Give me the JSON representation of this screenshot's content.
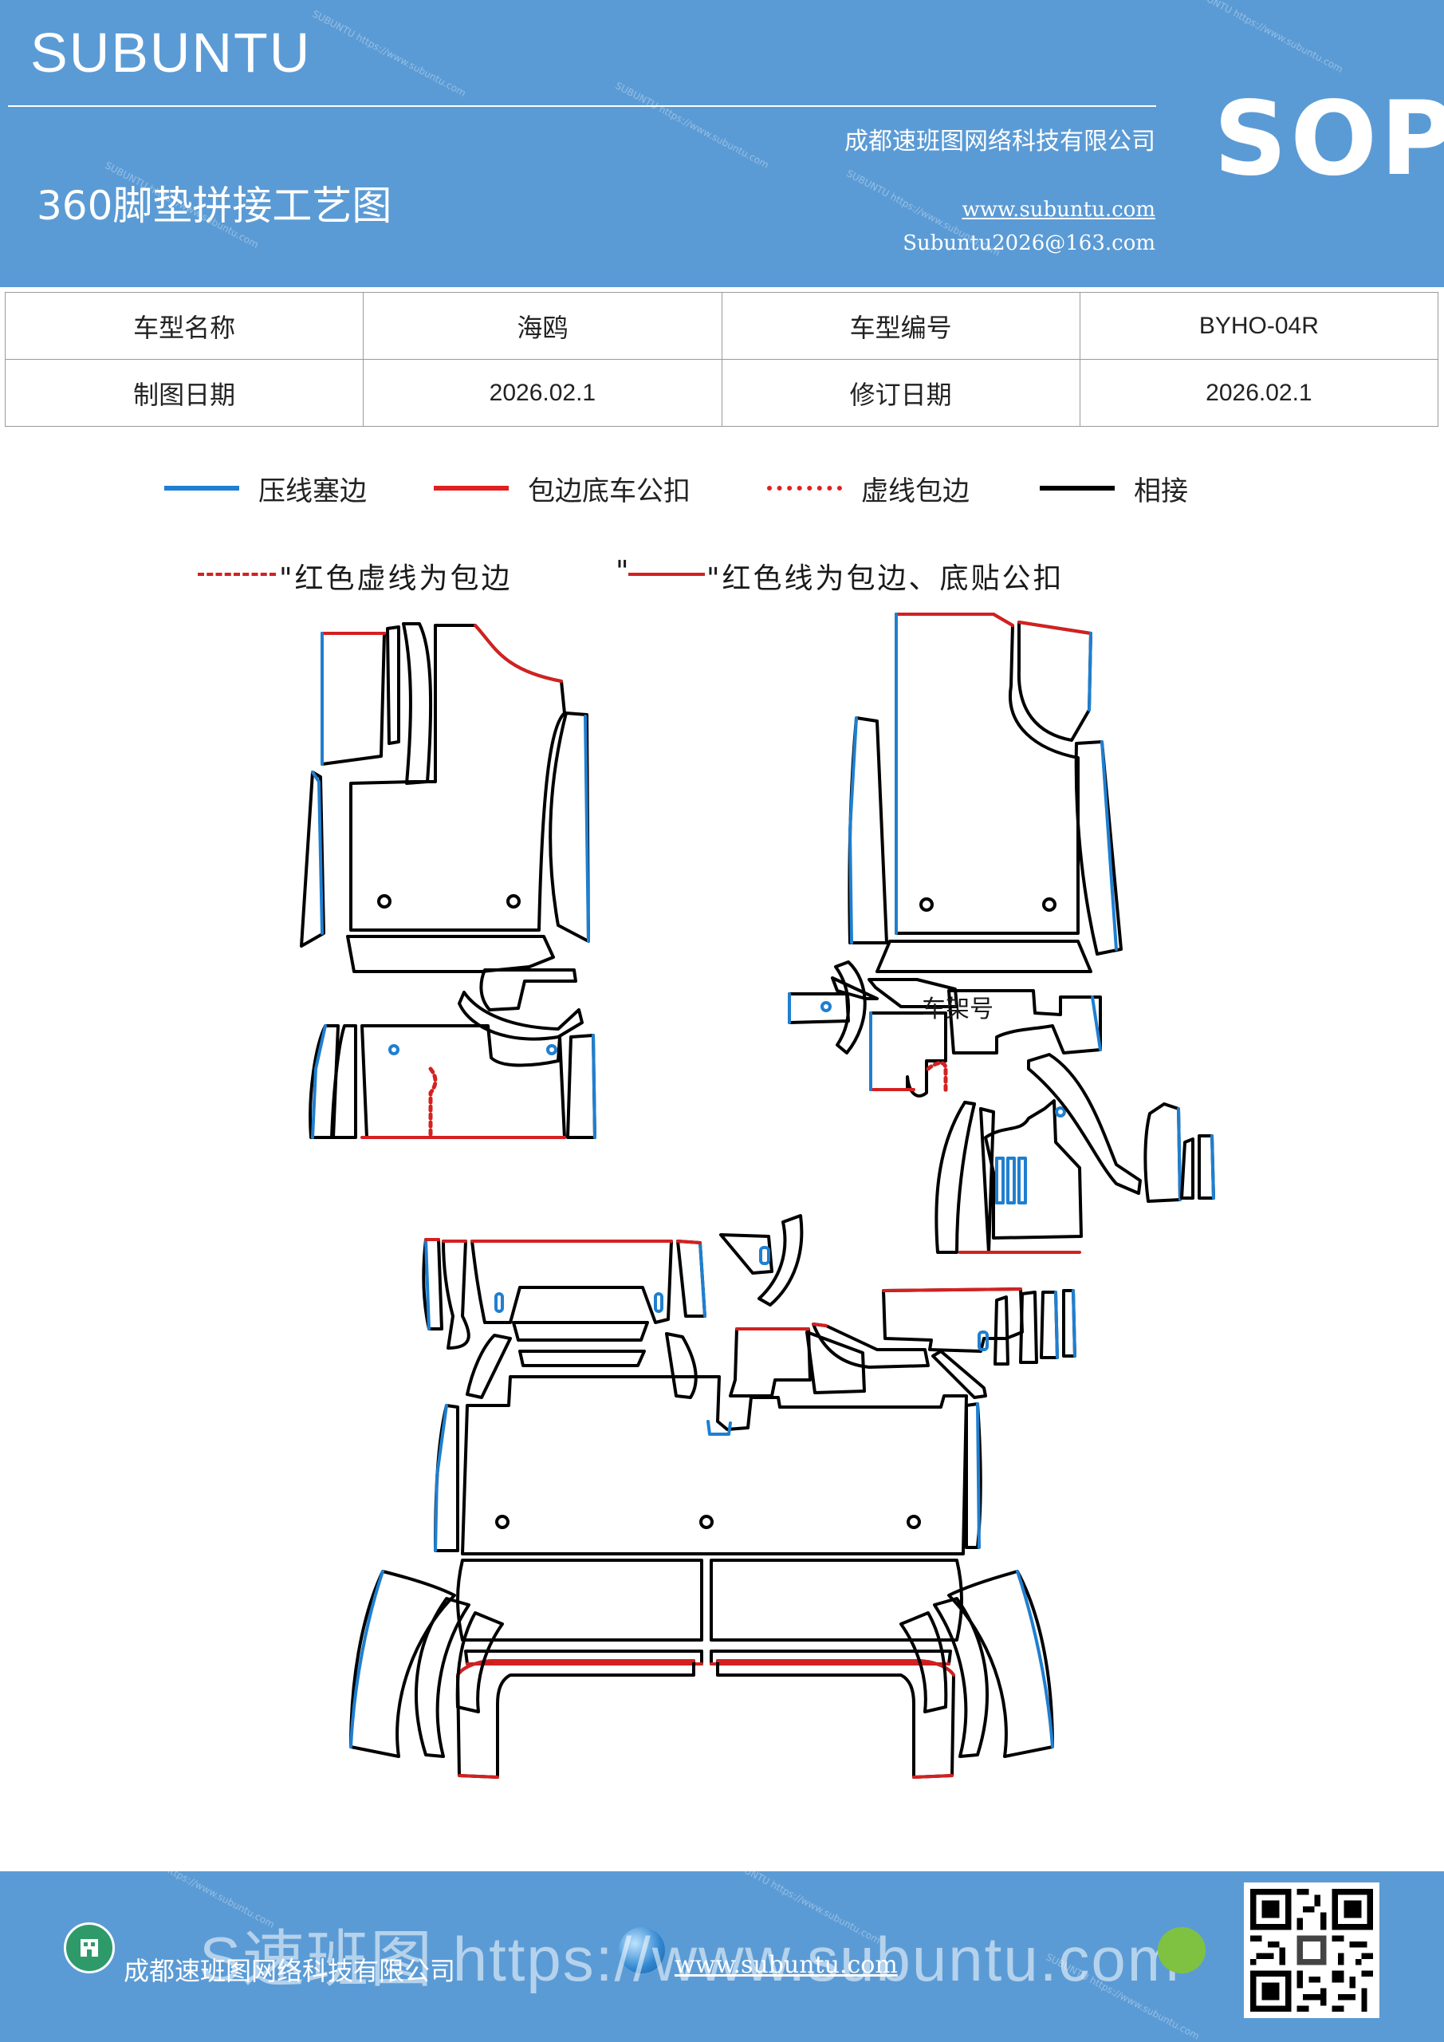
{
  "header": {
    "brand": "SUBUNTU",
    "doc_type": "SOP",
    "company": "成都速班图网络科技有限公司",
    "title": "360脚垫拼接工艺图",
    "website": "www.subuntu.com",
    "email": "Subuntu2026@163.com"
  },
  "info_table": {
    "row1": {
      "label1": "车型名称",
      "value1": "海鸥",
      "label2": "车型编号",
      "value2": "BYHO-04R"
    },
    "row2": {
      "label1": "制图日期",
      "value1": "2026.02.1",
      "label2": "修订日期",
      "value2": "2026.02.1"
    }
  },
  "legend": [
    {
      "label": "压线塞边",
      "color": "#1f7fd0",
      "style": "solid"
    },
    {
      "label": "包边底车公扣",
      "color": "#e02020",
      "style": "solid"
    },
    {
      "label": "虚线包边",
      "color": "#e02020",
      "style": "dotted"
    },
    {
      "label": "相接",
      "color": "#000000",
      "style": "solid"
    }
  ],
  "diagram": {
    "note_dashed": "\"红色虚线为包边",
    "note_solid_prefix": "\"",
    "note_solid": "\"红色线为包边、底贴公扣",
    "frame_label": "车架号",
    "colors": {
      "seam": "#1f7fd0",
      "edge": "#d42020",
      "joint": "#000000"
    }
  },
  "footer": {
    "company": "成都速班图网络科技有限公司",
    "website": "www.subuntu.com",
    "watermark": "S速班图 https://www.subuntu.com"
  }
}
